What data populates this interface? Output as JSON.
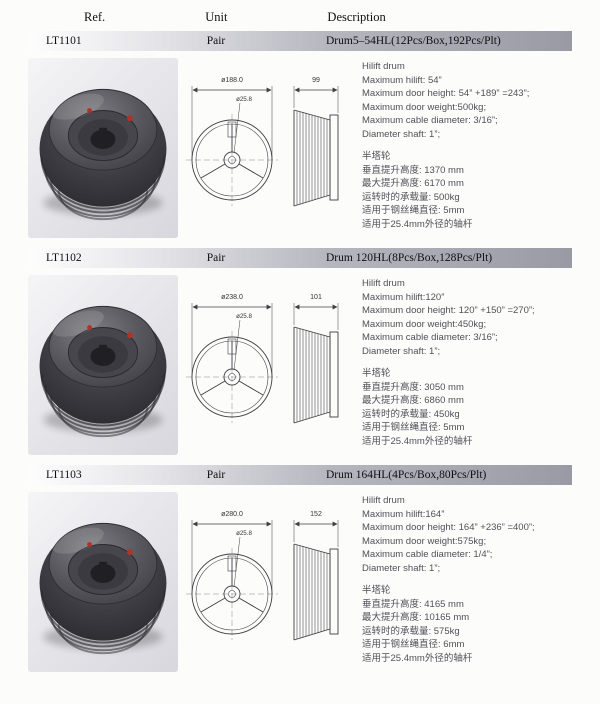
{
  "page": {
    "header": {
      "ref": "Ref.",
      "unit": "Unit",
      "description": "Description"
    }
  },
  "products": [
    {
      "ref": "LT1101",
      "unit": "Pair",
      "description": "Drum5–54HL(12Pcs/Box,192Pcs/Plt)",
      "drawing": {
        "outer_dia": "ø188.0",
        "hub_dia": "ø25.8",
        "width": "99"
      },
      "specs_en": [
        "Hilift drum",
        "Maximum hilift: 54”",
        "Maximum door height: 54” +189” =243”;",
        "Maximum door weight:500kg;",
        "Maximum cable diameter: 3/16”;",
        "Diameter shaft: 1”;"
      ],
      "specs_cn": [
        "半塔轮",
        "垂直提升高度: 1370 mm",
        "最大提升高度: 6170 mm",
        "运转时的承载量: 500kg",
        "适用于钢丝绳直径: 5mm",
        "适用于25.4mm外径的轴杆"
      ]
    },
    {
      "ref": "LT1102",
      "unit": "Pair",
      "description": "Drum 120HL(8Pcs/Box,128Pcs/Plt)",
      "drawing": {
        "outer_dia": "ø238.0",
        "hub_dia": "ø25.8",
        "width": "101"
      },
      "specs_en": [
        "Hilift drum",
        "Maximum hilift:120”",
        "Maximum door height: 120” +150” =270”;",
        "Maximum door weight:450kg;",
        "Maximum cable diameter: 3/16”;",
        "Diameter shaft: 1”;"
      ],
      "specs_cn": [
        "半塔轮",
        "垂直提升高度: 3050 mm",
        "最大提升高度: 6860 mm",
        "运转时的承载量: 450kg",
        "适用于钢丝绳直径: 5mm",
        "适用于25.4mm外径的轴杆"
      ]
    },
    {
      "ref": "LT1103",
      "unit": "Pair",
      "description": "Drum 164HL(4Pcs/Box,80Pcs/Plt)",
      "drawing": {
        "outer_dia": "ø280.0",
        "hub_dia": "ø25.8",
        "width": "152"
      },
      "specs_en": [
        "Hilift drum",
        "Maximum hilift:164”",
        "Maximum door height: 164” +236” =400”;",
        "Maximum door weight:575kg;",
        "Maximum cable diameter: 1/4”;",
        "Diameter shaft: 1”;"
      ],
      "specs_cn": [
        "半塔轮",
        "垂直提升高度: 4165 mm",
        "最大提升高度: 10165 mm",
        "运转时的承载量: 575kg",
        "适用于钢丝绳直径: 6mm",
        "适用于25.4mm外径的轴杆"
      ]
    }
  ]
}
